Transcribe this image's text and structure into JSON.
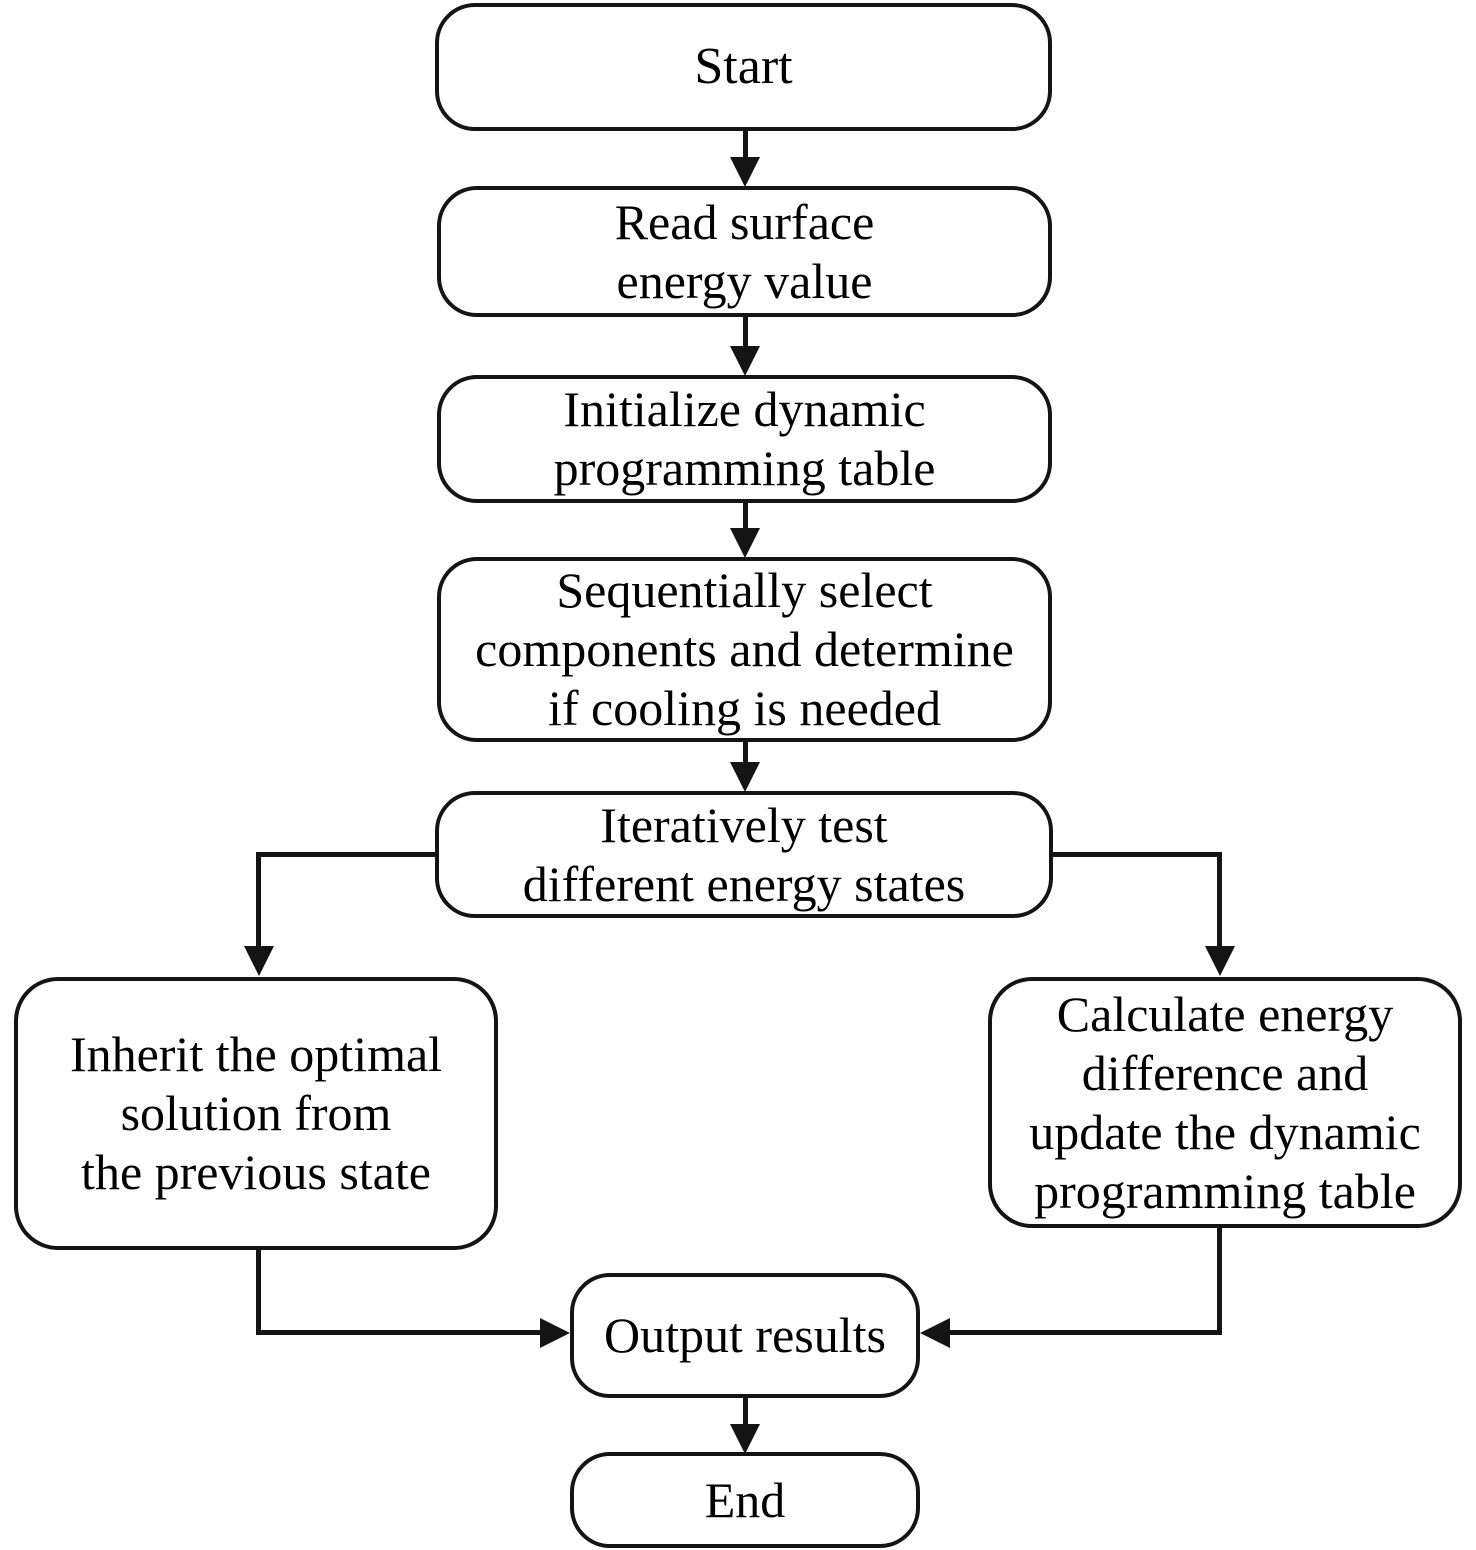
{
  "diagram": {
    "title": "Dynamic programming surface-energy flowchart",
    "style": {
      "stroke_color": "#141414",
      "fill_color": "#ffffff",
      "text_color": "#000000",
      "background": "#ffffff"
    },
    "nodes": [
      {
        "id": "start",
        "label": "Start",
        "shape": "rounded-rectangle"
      },
      {
        "id": "read",
        "label": "Read surface\nenergy value",
        "shape": "rounded-rectangle"
      },
      {
        "id": "init",
        "label": "Initialize dynamic\nprogramming table",
        "shape": "rounded-rectangle"
      },
      {
        "id": "seq",
        "label": "Sequentially select\ncomponents and determine\nif cooling is needed",
        "shape": "rounded-rectangle"
      },
      {
        "id": "iter",
        "label": "Iteratively test\ndifferent energy states",
        "shape": "rounded-rectangle"
      },
      {
        "id": "inherit",
        "label": "Inherit the optimal\nsolution from\nthe previous state",
        "shape": "rounded-rectangle"
      },
      {
        "id": "calc",
        "label": "Calculate energy\ndifference and\nupdate the dynamic\nprogramming table",
        "shape": "rounded-rectangle"
      },
      {
        "id": "output",
        "label": "Output results",
        "shape": "rounded-rectangle"
      },
      {
        "id": "end",
        "label": "End",
        "shape": "rounded-rectangle"
      }
    ],
    "edges": [
      {
        "from": "start",
        "to": "read",
        "label": "",
        "style": "arrow-down"
      },
      {
        "from": "read",
        "to": "init",
        "label": "",
        "style": "arrow-down"
      },
      {
        "from": "init",
        "to": "seq",
        "label": "",
        "style": "arrow-down"
      },
      {
        "from": "seq",
        "to": "iter",
        "label": "",
        "style": "arrow-down"
      },
      {
        "from": "iter",
        "to": "inherit",
        "label": "",
        "style": "elbow-left-down"
      },
      {
        "from": "iter",
        "to": "calc",
        "label": "",
        "style": "elbow-right-down"
      },
      {
        "from": "inherit",
        "to": "output",
        "label": "",
        "style": "elbow-down-right"
      },
      {
        "from": "calc",
        "to": "output",
        "label": "",
        "style": "elbow-down-left"
      },
      {
        "from": "output",
        "to": "end",
        "label": "",
        "style": "arrow-down"
      }
    ]
  }
}
